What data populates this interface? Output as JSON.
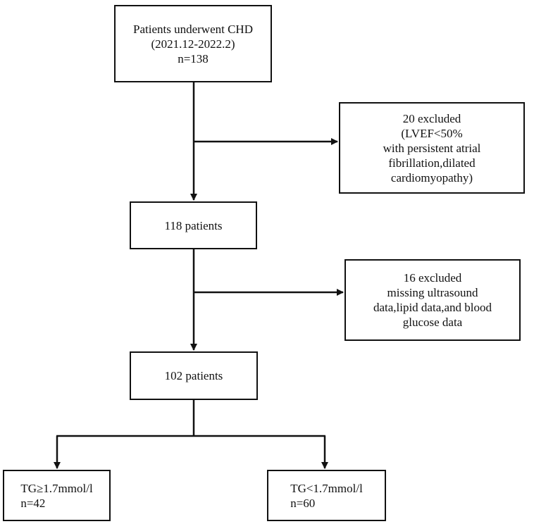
{
  "flowchart": {
    "start": {
      "lines": [
        "Patients underwent CHD",
        "(2021.12-2022.2)",
        "n=138"
      ]
    },
    "exclusion_1": {
      "lines": [
        "20 excluded",
        "(LVEF<50%",
        "with persistent atrial",
        "fibrillation,dilated",
        "cardiomyopathy)"
      ]
    },
    "step_118": {
      "lines": [
        "118 patients"
      ]
    },
    "exclusion_2": {
      "lines": [
        "16 excluded",
        "missing ultrasound",
        "data,lipid data,and blood",
        "glucose data"
      ]
    },
    "step_102": {
      "lines": [
        "102 patients"
      ]
    },
    "group_tg_high": {
      "lines": [
        "TG≥1.7mmol/l",
        "n=42"
      ]
    },
    "group_tg_low": {
      "lines": [
        "TG<1.7mmol/l",
        "n=60"
      ]
    }
  }
}
